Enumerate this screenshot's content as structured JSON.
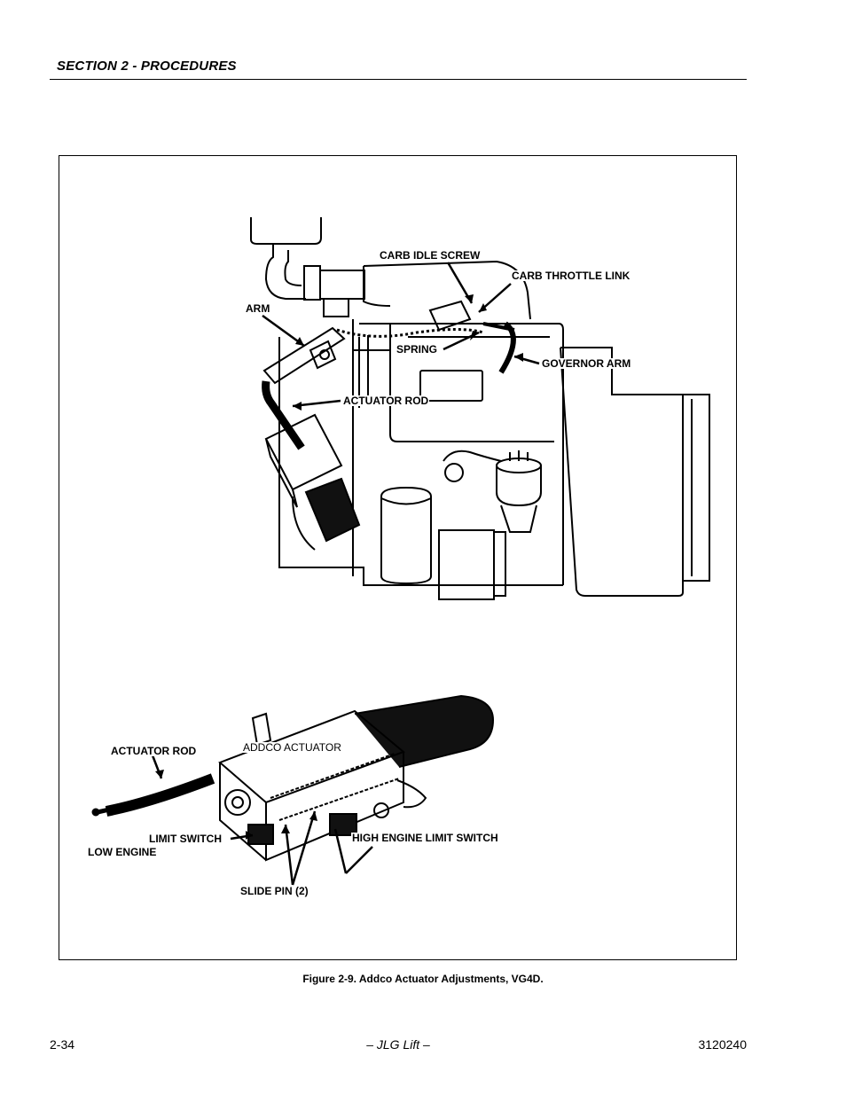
{
  "header": {
    "section_title": "SECTION 2 - PROCEDURES"
  },
  "figure": {
    "top_labels": {
      "carb_idle_screw": "CARB IDLE SCREW",
      "carb_throttle_link": "CARB THROTTLE LINK",
      "arm": "ARM",
      "spring": "SPRING",
      "governor_arm": "GOVERNOR ARM",
      "actuator_rod": "ACTUATOR ROD"
    },
    "bottom_labels": {
      "actuator_rod": "ACTUATOR ROD",
      "addco_actuator": "ADDCO ACTUATOR",
      "limit_switch": "LIMIT SWITCH",
      "low_engine": "LOW ENGINE",
      "high_engine_limit_switch": "HIGH ENGINE LIMIT SWITCH",
      "slide_pin": "SLIDE PIN (2)"
    },
    "caption": "Figure 2-9.  Addco Actuator Adjustments, VG4D."
  },
  "footer": {
    "page_number": "2-34",
    "center": "– JLG Lift –",
    "doc_number": "3120240"
  }
}
